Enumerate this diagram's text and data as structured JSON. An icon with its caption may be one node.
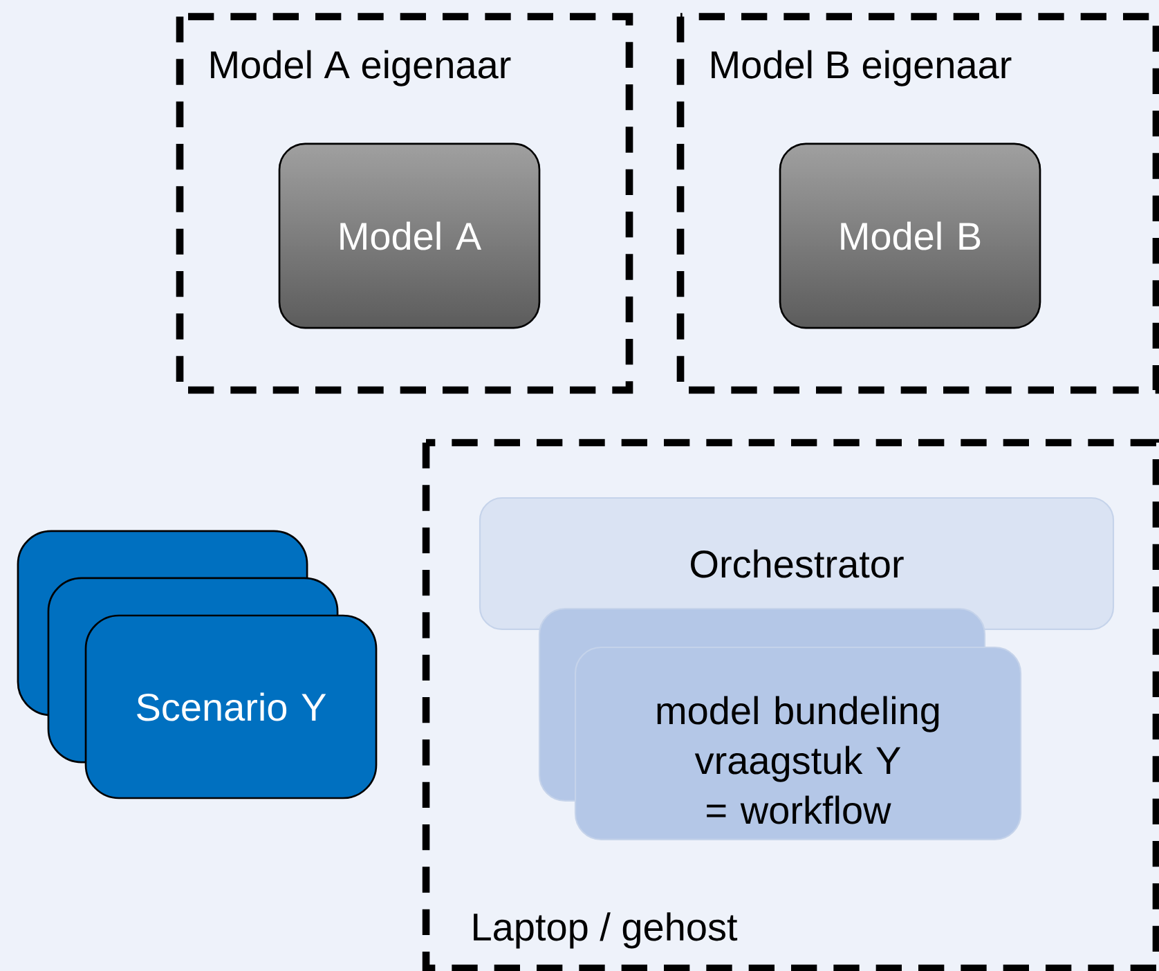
{
  "diagram": {
    "nodes": [
      {
        "text": [
          "Model A eigenaar"
        ]
      },
      {
        "text": [
          "Model A"
        ],
        "in": 0
      },
      {
        "text": [
          "Model B eigenaar"
        ]
      },
      {
        "text": [
          "Model B"
        ],
        "in": 2
      },
      {
        "text": [
          "Laptop / gehost"
        ]
      },
      {
        "text": [
          "Orchestrator"
        ],
        "in": 4
      },
      {
        "text": [
          "model bundeling vraagstuk Y = workflow"
        ],
        "in": 4
      },
      {
        "text": [],
        "shape": "box"
      },
      {
        "text": [],
        "shape": "box"
      },
      {
        "text": [
          "Scenario Y"
        ]
      }
    ]
  }
}
